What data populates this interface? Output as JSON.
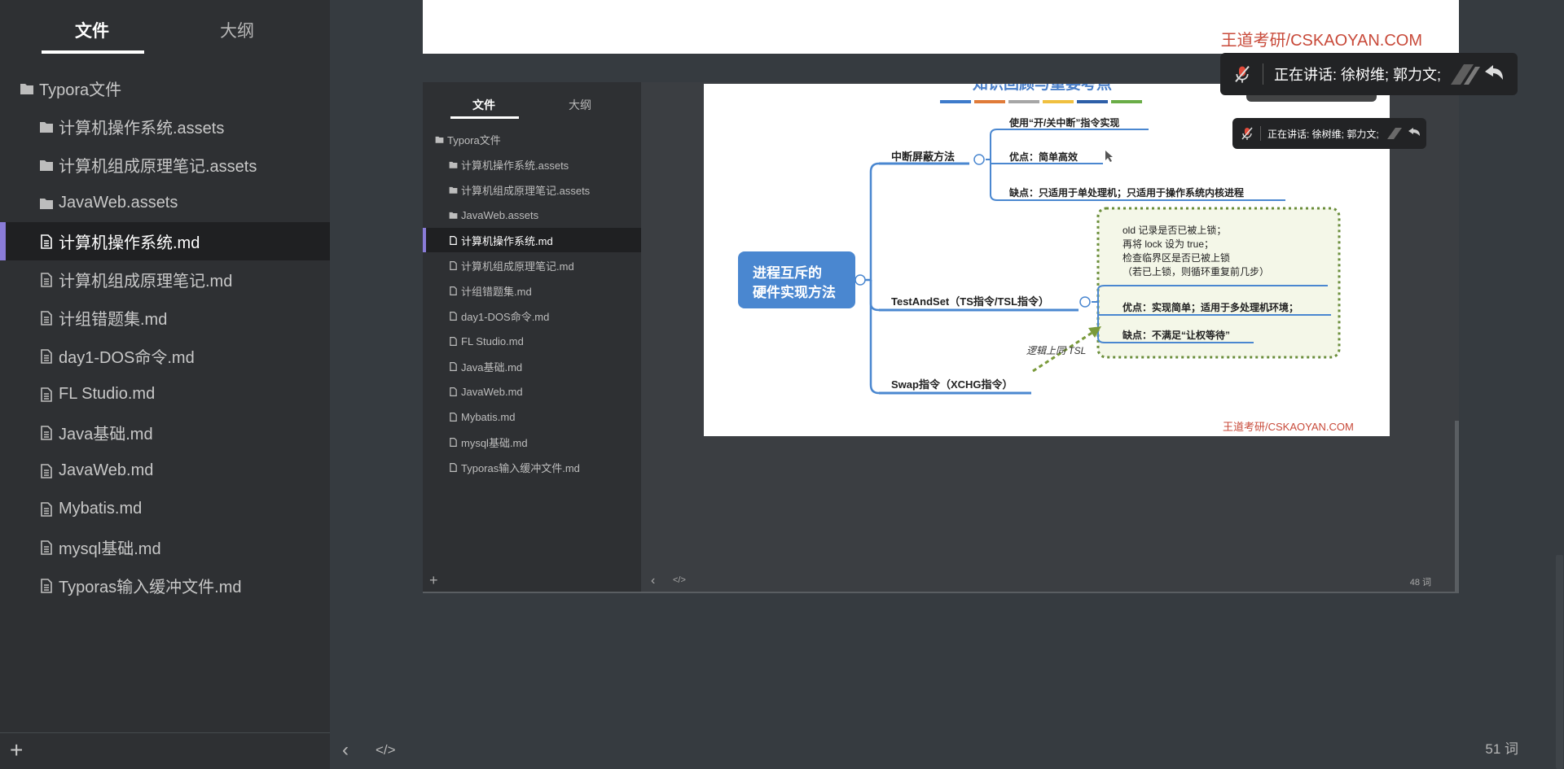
{
  "sidebar": {
    "tabs": [
      {
        "label": "文件",
        "active": true
      },
      {
        "label": "大纲",
        "active": false
      }
    ],
    "root_folder": "Typora文件",
    "items": [
      {
        "label": "计算机操作系统.assets",
        "type": "folder"
      },
      {
        "label": "计算机组成原理笔记.assets",
        "type": "folder"
      },
      {
        "label": "JavaWeb.assets",
        "type": "folder"
      },
      {
        "label": "计算机操作系统.md",
        "type": "file",
        "active": true
      },
      {
        "label": "计算机组成原理笔记.md",
        "type": "file"
      },
      {
        "label": "计组错题集.md",
        "type": "file"
      },
      {
        "label": "day1-DOS命令.md",
        "type": "file"
      },
      {
        "label": "FL Studio.md",
        "type": "file"
      },
      {
        "label": "Java基础.md",
        "type": "file"
      },
      {
        "label": "JavaWeb.md",
        "type": "file"
      },
      {
        "label": "Mybatis.md",
        "type": "file"
      },
      {
        "label": "mysql基础.md",
        "type": "file"
      },
      {
        "label": "Typoras输入缓冲文件.md",
        "type": "file"
      }
    ],
    "add_label": "+"
  },
  "editor": {
    "back_label": "‹",
    "source_label": "</>",
    "word_count": "51 词",
    "watermark_top": "王道考研/CSKAOYAN.COM"
  },
  "meeting": {
    "speaking": "正在讲话: 徐树维; 郭力文;"
  },
  "embedded": {
    "tabs": [
      "文件",
      "大纲"
    ],
    "word_count": "48 词",
    "plus": "+",
    "back": "‹",
    "source": "</>",
    "items": [
      "Typora文件",
      "计算机操作系统.assets",
      "计算机组成原理笔记.assets",
      "JavaWeb.assets",
      "计算机操作系统.md",
      "计算机组成原理笔记.md",
      "计组错题集.md",
      "day1-DOS命令.md",
      "FL Studio.md",
      "Java基础.md",
      "JavaWeb.md",
      "Mybatis.md",
      "mysql基础.md",
      "Typoras输入缓冲文件.md"
    ],
    "mindmap": {
      "partial_title": "知识回顾与重要考点",
      "root_line1": "进程互斥的",
      "root_line2": "硬件实现方法",
      "branch1": "中断屏蔽方法",
      "b1_c1": "使用“开/关中断”指令实现",
      "b1_c2": "优点：简单高效",
      "b1_c3": "缺点：只适用于单处理机；只适用于操作系统内核进程",
      "branch2": "TestAndSet（TS指令/TSL指令）",
      "b2_note1": "old 记录是否已被上锁；",
      "b2_note2": "再将 lock 设为 true；",
      "b2_note3": "检查临界区是否已被上锁",
      "b2_note4": "（若已上锁，则循环重复前几步）",
      "b2_c2": "优点：实现简单；适用于多处理机环境；",
      "b2_c3": "缺点：不满足“让权等待”",
      "branch3": "Swap指令（XCHG指令）",
      "logic_note": "逻辑上同 TSL",
      "watermark": "王道考研/CSKAOYAN.COM"
    }
  }
}
